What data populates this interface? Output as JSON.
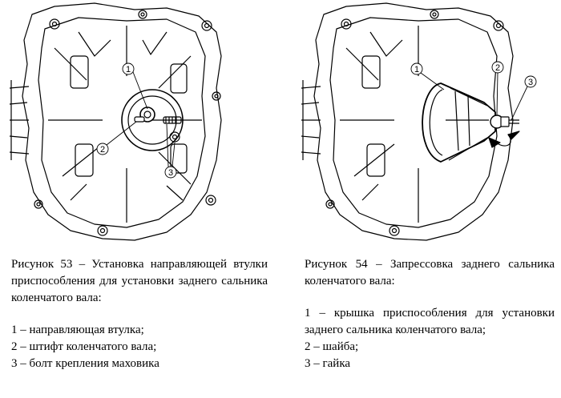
{
  "figure_left": {
    "callouts": [
      "1",
      "2",
      "3"
    ],
    "caption_title": "Рисунок 53 – Установка направляющей втулки приспособления для установки заднего сальника коленчатого вала:",
    "legend": [
      "1 – направляющая втулка;",
      "2 – штифт коленчатого вала;",
      "3 – болт крепления маховика"
    ]
  },
  "figure_right": {
    "callouts": [
      "1",
      "2",
      "3"
    ],
    "caption_title": "Рисунок 54 – Запрессовка заднего сальника коленчатого вала:",
    "legend": [
      "1 – крышка приспособления для установки заднего сальника коленчатого вала;",
      "2 – шайба;",
      "3 – гайка"
    ]
  }
}
